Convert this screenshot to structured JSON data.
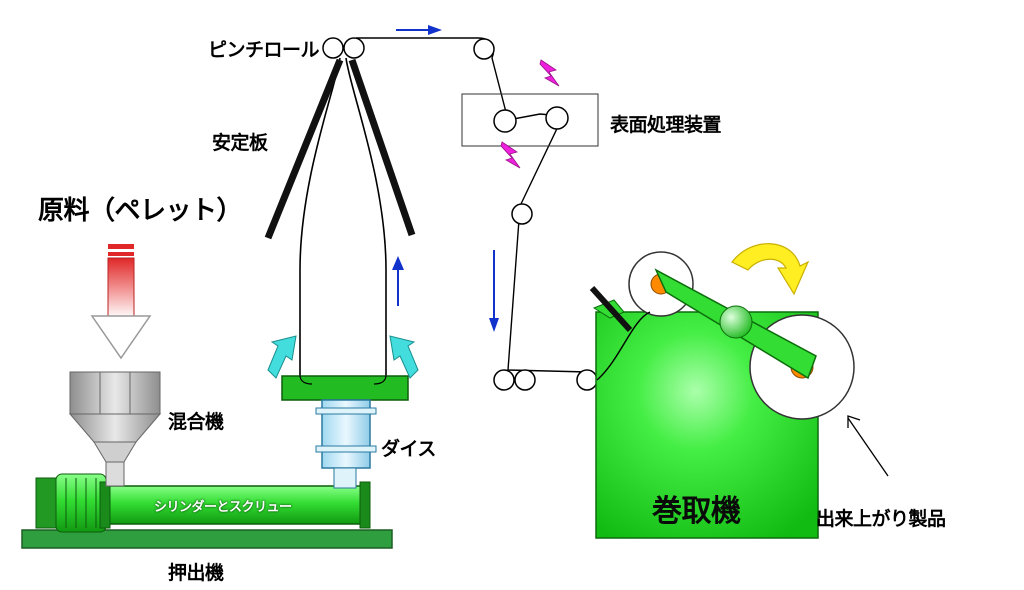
{
  "labels": {
    "pinch_roll": "ピンチロール",
    "stabilizer_plate": "安定板",
    "raw_material": "原料（ペレット）",
    "mixer": "混合機",
    "die": "ダイス",
    "cylinder_screw": "シリンダーとスクリュー",
    "extruder": "押出機",
    "surface_treatment": "表面処理装置",
    "winder": "巻取機",
    "finished_product": "出来上がり製品"
  },
  "colors": {
    "machine_green": "#33dd33",
    "machine_green_dark": "#118811",
    "base_green": "#2e9e3e",
    "die_blue": "#bfe6f7",
    "cyan_arrow": "#44dddd",
    "blue_arrow": "#1133cc",
    "feed_arrow_red": "#e83a3a",
    "yellow_arrow": "#ffee22",
    "spark_magenta": "#ee22dd",
    "orange_core": "#ff8a00",
    "hopper_gray": "#b9b9b9"
  }
}
